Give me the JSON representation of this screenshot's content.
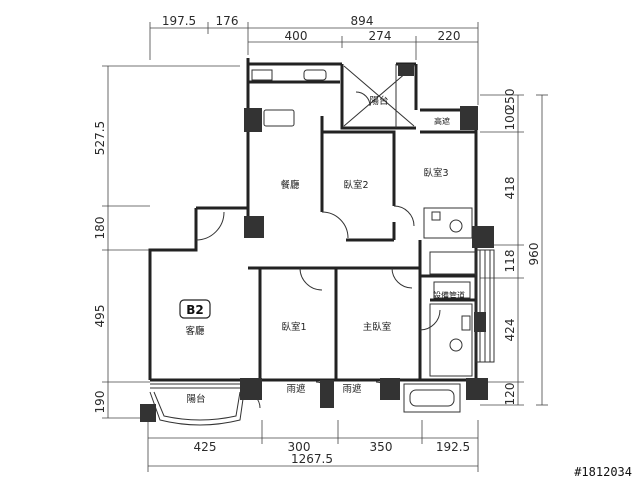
{
  "dimensions": {
    "top_row1": [
      "197.5",
      "176",
      "894"
    ],
    "top_row2": [
      "400",
      "274",
      "220"
    ],
    "bottom_row1": [
      "425",
      "300",
      "350",
      "192.5"
    ],
    "bottom_total": "1267.5",
    "left_col": [
      "527.5",
      "180",
      "495",
      "190"
    ],
    "right_col_inner": [
      "250",
      "100",
      "418",
      "118",
      "424",
      "120"
    ],
    "right_col_outer": "960"
  },
  "unit_label": "B2",
  "rooms": {
    "balcony_top": "陽台",
    "corridor_top": "高遮",
    "dining": "餐廳",
    "bedroom2": "臥室2",
    "bedroom3": "臥室3",
    "living": "客廳",
    "bedroom1": "臥室1",
    "master_bedroom": "主臥室",
    "equipment_shaft": "設備管道",
    "balcony_bottom": "陽台",
    "canopy_left": "雨遮",
    "canopy_right": "雨遮"
  },
  "watermark": "#1812034"
}
